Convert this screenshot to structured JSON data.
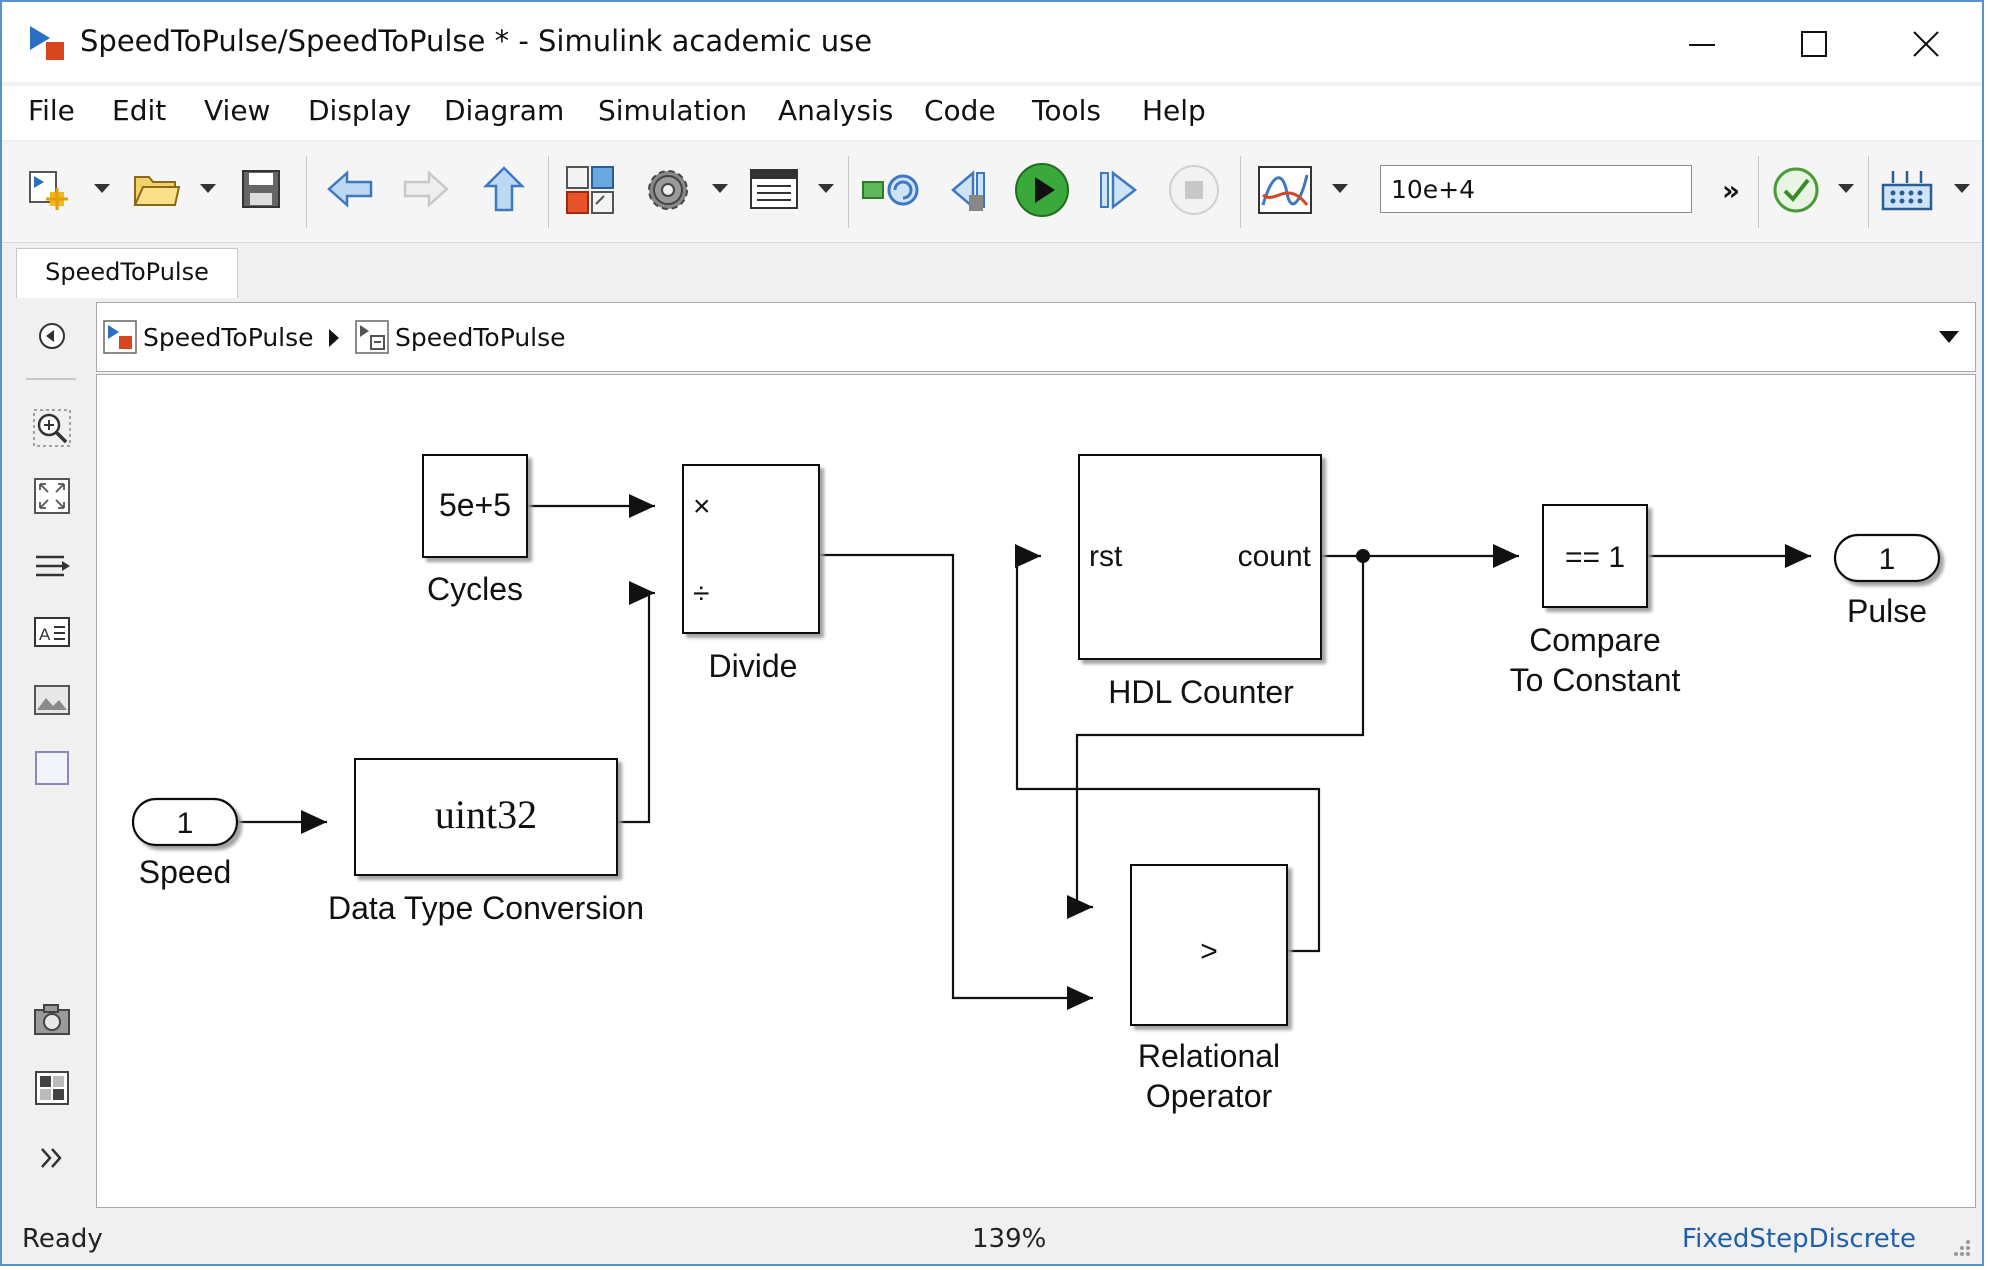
{
  "window": {
    "title": "SpeedToPulse/SpeedToPulse * - Simulink academic use"
  },
  "menu": [
    "File",
    "Edit",
    "View",
    "Display",
    "Diagram",
    "Simulation",
    "Analysis",
    "Code",
    "Tools",
    "Help"
  ],
  "toolbar": {
    "stop_time": "10e+4",
    "more_label": "»",
    "icons": [
      "new-model-icon",
      "open-folder-icon",
      "save-icon",
      "back-arrow-icon",
      "forward-arrow-icon",
      "up-arrow-icon",
      "library-browser-icon",
      "model-settings-gear-icon",
      "model-explorer-icon",
      "update-diagram-icon",
      "step-back-icon",
      "run-icon",
      "step-forward-icon",
      "stop-icon",
      "data-inspector-icon",
      "check-icon",
      "hardware-icon"
    ]
  },
  "tab": {
    "label": "SpeedToPulse"
  },
  "explorer_bar": {
    "crumbs": [
      "SpeedToPulse",
      "SpeedToPulse"
    ]
  },
  "palette": [
    "hide-show-icon",
    "zoom-in-icon",
    "fit-view-icon",
    "route-lines-icon",
    "annotation-icon",
    "image-icon",
    "area-icon",
    "camera-icon",
    "report-icon",
    "expand-palette-icon"
  ],
  "diagram": {
    "blocks": {
      "cycles": {
        "content": "5e+5",
        "name": "Cycles"
      },
      "divide": {
        "mult": "×",
        "div": "÷",
        "name": "Divide"
      },
      "hdl_counter": {
        "port_in": "rst",
        "port_out": "count",
        "name": "HDL Counter"
      },
      "compare": {
        "content": "== 1",
        "name_line1": "Compare",
        "name_line2": "To Constant"
      },
      "pulse": {
        "port": "1",
        "name": "Pulse"
      },
      "speed": {
        "port": "1",
        "name": "Speed"
      },
      "dtc": {
        "content": "uint32",
        "name": "Data Type Conversion"
      },
      "relop": {
        "content": ">",
        "name_line1": "Relational",
        "name_line2": "Operator"
      }
    }
  },
  "status": {
    "left": "Ready",
    "zoom": "139%",
    "solver": "FixedStepDiscrete"
  }
}
